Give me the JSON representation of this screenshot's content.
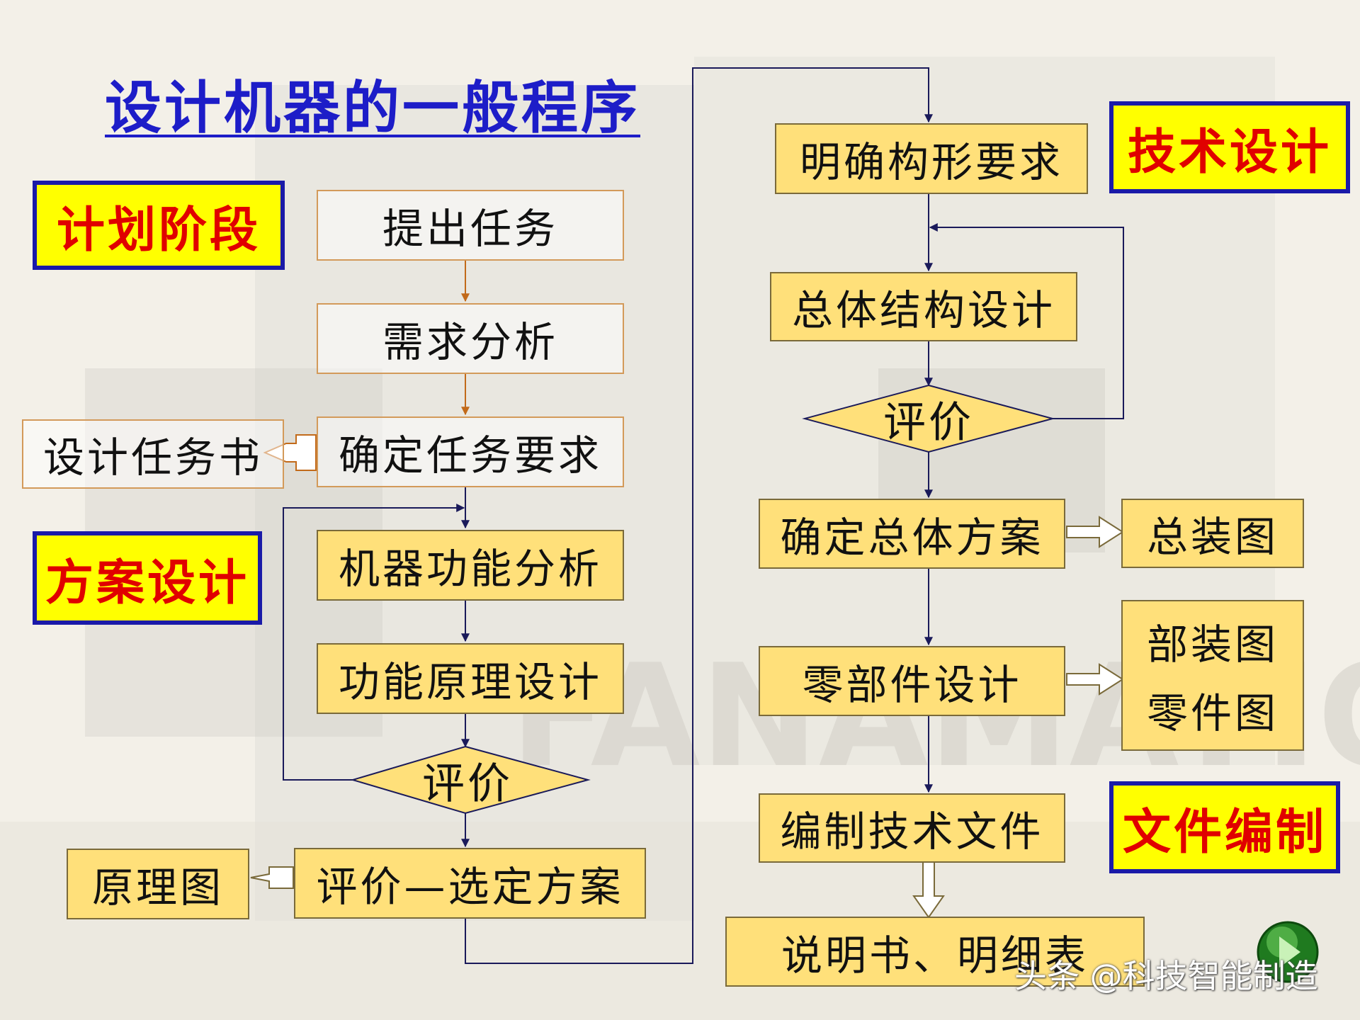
{
  "title": "设计机器的一般程序",
  "stages": {
    "plan": "计划阶段",
    "scheme": "方案设计",
    "technical": "技术设计",
    "documents": "文件编制"
  },
  "nodes": {
    "task": "提出任务",
    "needs": "需求分析",
    "requirements": "确定任务要求",
    "task_book": "设计任务书",
    "function_analysis": "机器功能分析",
    "principle_design": "功能原理设计",
    "evaluate_1": "评价",
    "select_scheme": "评价—选定方案",
    "schematic": "原理图",
    "form_requirements": "明确构形要求",
    "overall_structure": "总体结构设计",
    "evaluate_2": "评价",
    "overall_scheme": "确定总体方案",
    "assembly_drawing": "总装图",
    "parts_design": "零部件设计",
    "subassembly_drawing": "部装图",
    "part_drawing": "零件图",
    "tech_docs": "编制技术文件",
    "manual": "说明书、明细表"
  },
  "watermark": "头条 @科技智能制造",
  "colors": {
    "title": "#1d1dc8",
    "stage_fill": "#ffff00",
    "stage_border": "#1a1aa8",
    "stage_text": "#e00000",
    "node_fill": "#ffe07a",
    "pale_border": "#d39a5a",
    "line": "#1a1a5a",
    "plan_arrow": "#c26a1a"
  }
}
